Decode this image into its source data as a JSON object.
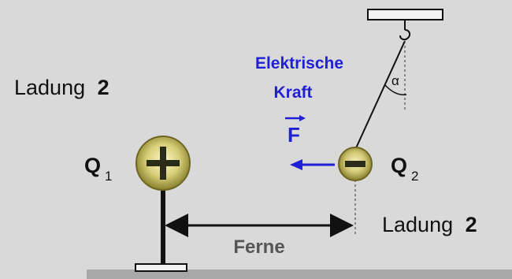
{
  "labels": {
    "charge_left": {
      "text": "Ladung",
      "number": "2"
    },
    "charge_right": {
      "text": "Ladung",
      "number": "2"
    },
    "q1": {
      "symbol": "Q",
      "subscript": "1"
    },
    "q2": {
      "symbol": "Q",
      "subscript": "2"
    },
    "force_title_line1": "Elektrische",
    "force_title_line2": "Kraft",
    "force_vector_symbol": "F",
    "angle_symbol": "α",
    "distance_label": "Ferne"
  },
  "colors": {
    "background": "#d9d9d9",
    "force_blue": "#1f1fd6",
    "text_dark": "#111111",
    "distance_text": "#555555",
    "floor": "#a8a8a8",
    "sphere_glow": "#e8e49a",
    "sphere_core": "#a89a3a"
  },
  "icons": {
    "positive_sign": "plus-icon",
    "negative_sign": "minus-icon"
  }
}
